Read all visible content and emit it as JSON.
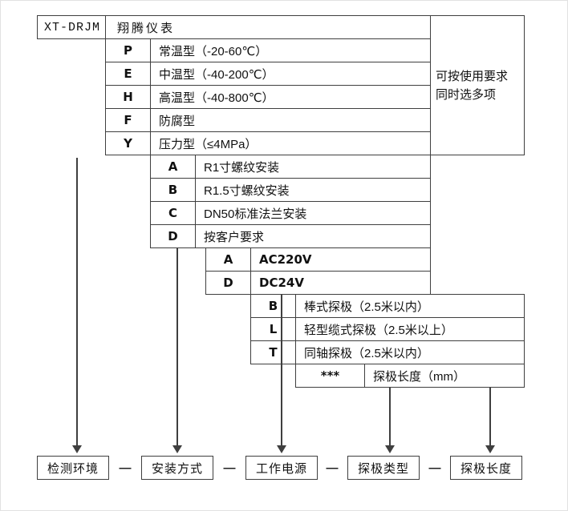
{
  "model": {
    "code": "XT-DRJM",
    "brand": "翔腾仪表"
  },
  "side_note": {
    "line1": "可按使用要求",
    "line2": "同时选多项"
  },
  "temperature_options": [
    {
      "code": "P",
      "desc": "常温型（-20-60℃）"
    },
    {
      "code": "E",
      "desc": "中温型（-40-200℃）"
    },
    {
      "code": "H",
      "desc": "高温型（-40-800℃）"
    },
    {
      "code": "F",
      "desc": "防腐型"
    },
    {
      "code": "Y",
      "desc": "压力型（≤4MPa）"
    }
  ],
  "mounting_options": [
    {
      "code": "A",
      "desc": "R1寸螺纹安装"
    },
    {
      "code": "B",
      "desc": "R1.5寸螺纹安装"
    },
    {
      "code": "C",
      "desc": "DN50标准法兰安装"
    },
    {
      "code": "D",
      "desc": "按客户要求"
    }
  ],
  "power_options": [
    {
      "code": "A",
      "desc": "AC220V"
    },
    {
      "code": "D",
      "desc": "DC24V"
    }
  ],
  "probe_type_options": [
    {
      "code": "B",
      "desc": "棒式探极（2.5米以内）"
    },
    {
      "code": "L",
      "desc": "轻型缆式探极（2.5米以上）"
    },
    {
      "code": "T",
      "desc": "同轴探极（2.5米以内）"
    }
  ],
  "probe_length": {
    "code": "***",
    "desc": "探极长度（mm）"
  },
  "legend": {
    "labels": [
      "检测环境",
      "安装方式",
      "工作电源",
      "探极类型",
      "探极长度"
    ],
    "separator": "—"
  }
}
